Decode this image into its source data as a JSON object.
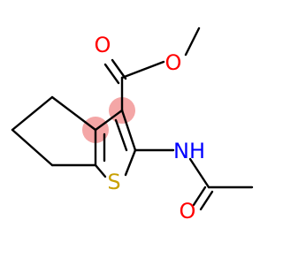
{
  "molecule": {
    "atoms": {
      "carbonyl_oxygen": {
        "label": "O",
        "color": "#ff0000"
      },
      "ester_oxygen": {
        "label": "O",
        "color": "#ff0000"
      },
      "amide_nitrogen": {
        "label": "NH",
        "color": "#0000ff"
      },
      "thiophene_sulfur": {
        "label": "S",
        "color": "#c8a000"
      },
      "amide_oxygen": {
        "label": "O",
        "color": "#ff0000"
      }
    },
    "aromatic_highlight_color": "#f4a6a6",
    "bond_color": "#000000"
  }
}
